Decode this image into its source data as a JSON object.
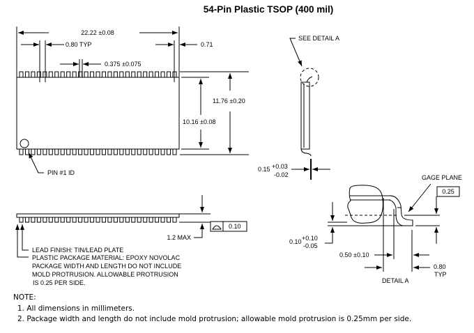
{
  "title": "54-Pin Plastic TSOP (400 mil)",
  "top_view": {
    "overall_length": "22.22 ±0.08",
    "pitch": "0.80 TYP",
    "lead_width": "0.375 ±0.075",
    "end_offset": "0.71",
    "body_width": "10.16 ±0.08",
    "overall_width": "11.76 ±0.20",
    "pin1_label": "PIN #1 ID",
    "pin_count_per_side": 27
  },
  "end_view": {
    "see_detail": "SEE DETAIL A",
    "lead_thickness": "0.15",
    "lead_thickness_plus": "+0.03",
    "lead_thickness_minus": "-0.02"
  },
  "side_view": {
    "height": "1.2 MAX",
    "coplanarity": "0.10",
    "lead_finish": "LEAD FINISH: TIN/LEAD PLATE",
    "material_lines": [
      "PLASTIC PACKAGE MATERIAL: EPOXY NOVOLAC",
      "PACKAGE WIDTH AND LENGTH DO NOT INCLUDE",
      "MOLD PROTRUSION. ALLOWABLE PROTRUSION",
      "IS 0.25 PER SIDE."
    ]
  },
  "detail_a": {
    "gage_plane": "GAGE PLANE",
    "gage_value": "0.25",
    "standoff": "0.10",
    "standoff_plus": "+0.10",
    "standoff_minus": "-0.05",
    "foot_length": "0.50 ±0.10",
    "lead_length": "0.80",
    "lead_length_typ": "TYP",
    "label": "DETAIL A"
  },
  "notes": {
    "heading": "NOTE:",
    "items": [
      "1. All dimensions in millimeters.",
      "2. Package width and length do not include mold protrusion; allowable mold protrusion is 0.25mm per side."
    ]
  }
}
